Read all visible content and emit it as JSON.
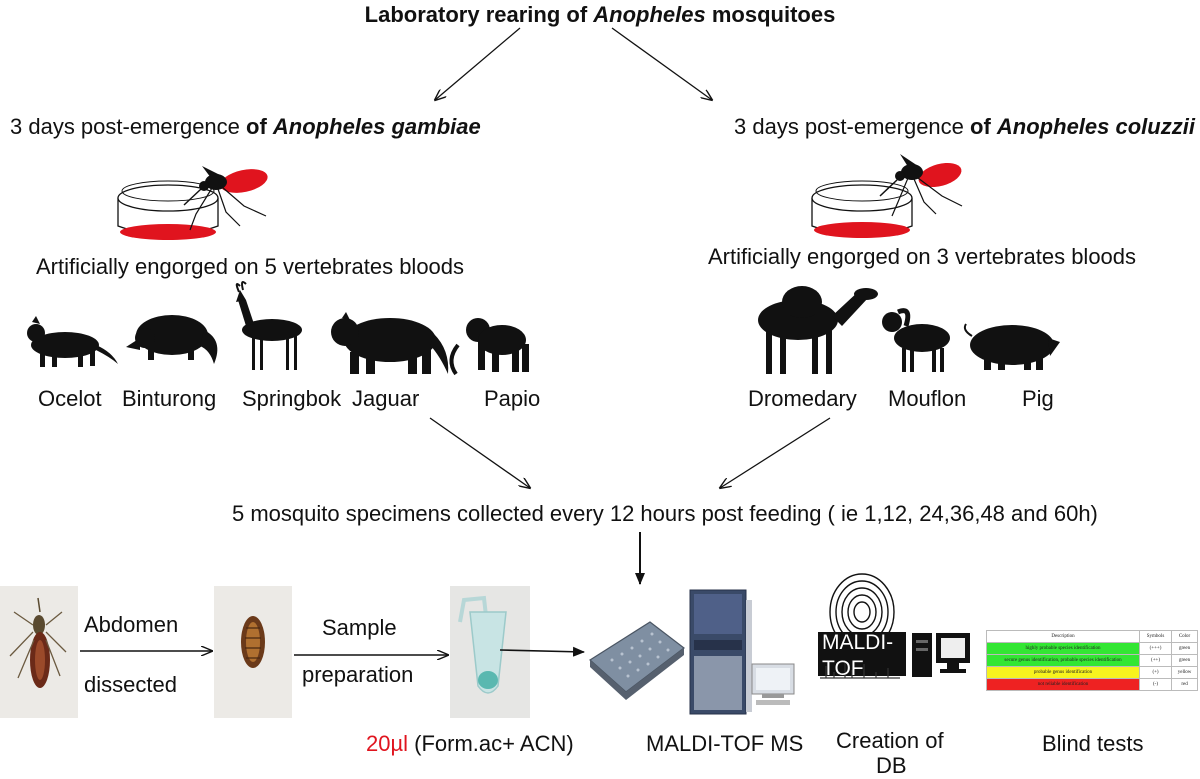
{
  "title": {
    "prefix": "Laboratory rearing of ",
    "genus": "Anopheles",
    "suffix": " mosquitoes"
  },
  "left_branch": {
    "heading_pre": "3 days post-emergence ",
    "heading_of": "of ",
    "species": "Anopheles gambiae",
    "engorged": "Artificially engorged on 5 vertebrates bloods",
    "animals": [
      "Ocelot",
      "Binturong",
      "Springbok",
      "Jaguar",
      "Papio"
    ]
  },
  "right_branch": {
    "heading_pre": "3 days post-emergence ",
    "heading_of": "of ",
    "species": "Anopheles coluzzii",
    "engorged": "Artificially engorged on 3 vertebrates bloods",
    "animals": [
      "Dromedary",
      "Mouflon",
      "Pig"
    ]
  },
  "collection": "5 mosquito specimens collected every 12 hours post feeding ( ie 1,12, 24,36,48 and 60h)",
  "pipeline": {
    "step1_line1": "Abdomen",
    "step1_line2": "dissected",
    "step2_line1": "Sample",
    "step2_line2": "preparation",
    "volume": "20µl",
    "reagent": " (Form.ac+ ACN)",
    "instrument": "MALDI-TOF MS",
    "db_line1": "Creation of",
    "db_line2": "DB",
    "db_logo": "MALDI-TOF",
    "blind": "Blind tests"
  },
  "results_table": {
    "headers": [
      "Description",
      "Symbols",
      "Color"
    ],
    "rows": [
      {
        "desc": "highly probable species identification",
        "symbol": "(+++)",
        "color": "green"
      },
      {
        "desc": "secure genus identification, probable species identification",
        "symbol": "(++)",
        "color": "green"
      },
      {
        "desc": "probable genus identification",
        "symbol": "(+)",
        "color": "yellow"
      },
      {
        "desc": "not reliable identification",
        "symbol": "(-)",
        "color": "red"
      }
    ]
  },
  "colors": {
    "blood": "#e0141e",
    "volume_text": "#e0141e",
    "green_row": "#33e633",
    "yellow_row": "#f7f31e",
    "red_row": "#ee2222"
  }
}
